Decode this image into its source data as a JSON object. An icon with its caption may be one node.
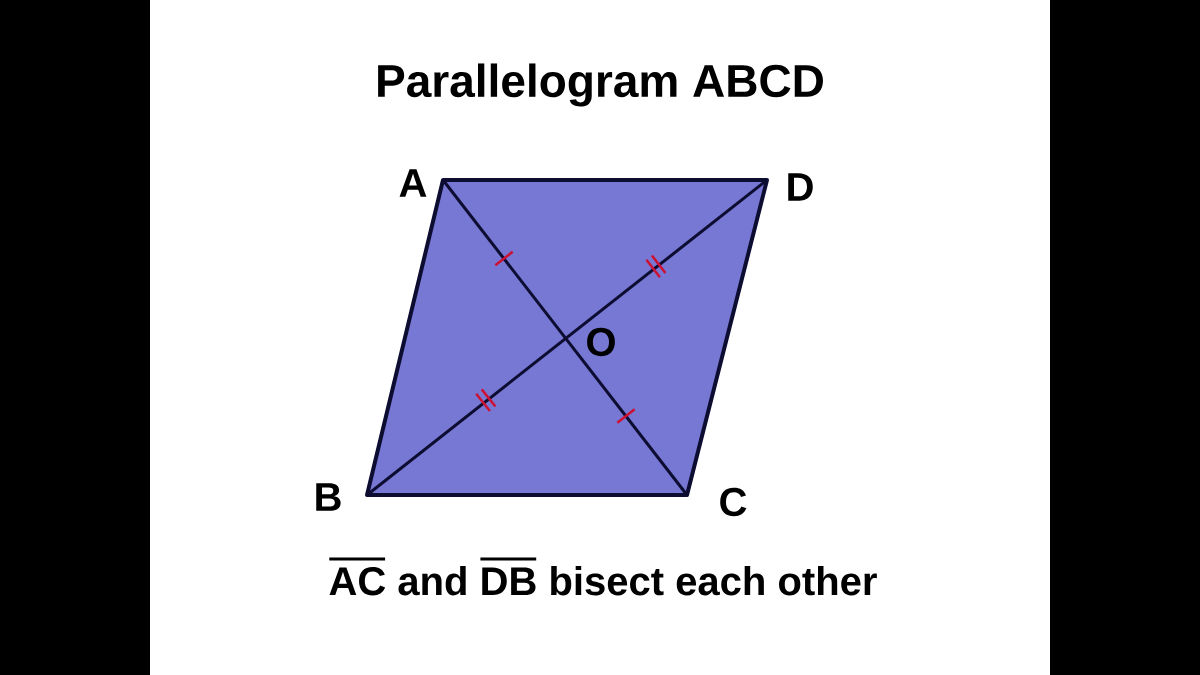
{
  "diagram": {
    "title": "Parallelogram ABCD",
    "caption": "AC and DB bisect each other",
    "labels": [
      "A",
      "D",
      "O",
      "B",
      "C"
    ]
  }
}
